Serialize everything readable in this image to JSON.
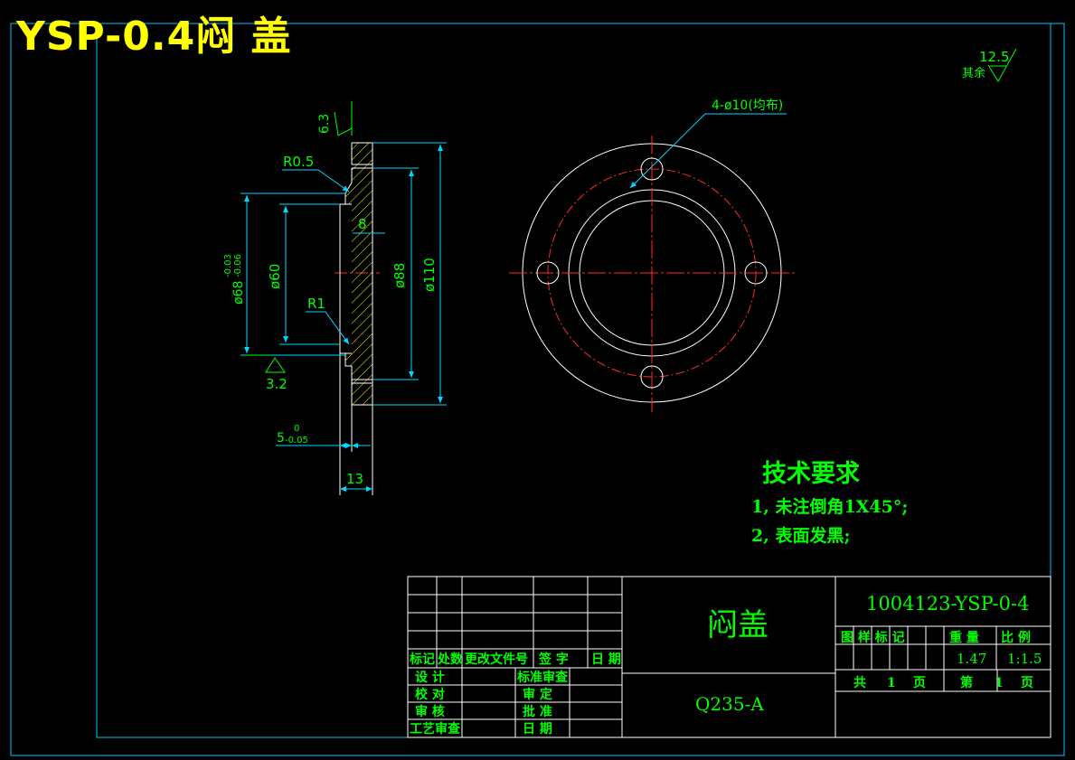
{
  "title": "YSP-0.4闷 盖",
  "colors": {
    "background": "#000000",
    "frame": "#00c8ff",
    "geometry": "#ffffff",
    "centerline": "#ff2a2a",
    "dimension": "#00ff00",
    "dim_line": "#00d7ff",
    "title_color": "#ffff00",
    "hatch": "#ffff00"
  },
  "surface_finish": {
    "general_label": "其余",
    "general_value": "12.5",
    "top_value": "6.3",
    "bottom_value": "3.2"
  },
  "side_view": {
    "dims": {
      "r_small": "R0.5",
      "r_large": "R1",
      "step_width": "8",
      "dia_68": "ø68",
      "dia_68_tol_upper": "-0.03",
      "dia_68_tol_lower": "-0.06",
      "dia_60": "ø60",
      "dia_88": "ø88",
      "dia_110": "ø110",
      "thickness_5": "5",
      "thickness_5_tol_upper": "0",
      "thickness_5_tol_lower": "-0.05",
      "total_13": "13"
    }
  },
  "front_view": {
    "hole_callout": "4-ø10(均布)"
  },
  "tech_requirements": {
    "heading": "技术要求",
    "items": [
      "1, 未注倒角1X45°;",
      "2, 表面发黑;"
    ]
  },
  "title_block": {
    "part_name": "闷盖",
    "material": "Q235-A",
    "drawing_number": "1004123-YSP-0-4",
    "rev_headers": [
      "标记",
      "处数",
      "更改文件号",
      "签 字",
      "日 期"
    ],
    "left_roles": [
      "设 计",
      "校 对",
      "审 核",
      "工艺审查"
    ],
    "mid_roles": [
      "标准审查",
      "审 定",
      "批 准",
      "日 期"
    ],
    "meta_headers": [
      "图 样 标 记",
      "重 量",
      "比 例"
    ],
    "weight": "1.47",
    "scale": "1:1.5",
    "sheet_total_label": "共",
    "sheet_total": "1",
    "sheet_page_label": "页",
    "sheet_no_label": "第",
    "sheet_no": "1",
    "sheet_no_page_label": "页"
  }
}
